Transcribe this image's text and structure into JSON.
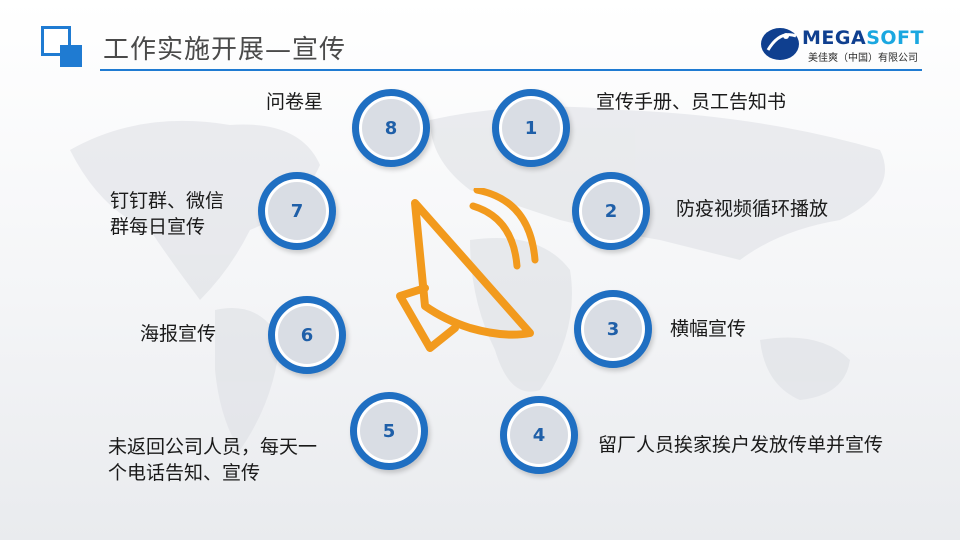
{
  "title": "工作实施开展—宣传",
  "logo": {
    "brand_left": "MEGA",
    "brand_right": "SOFT",
    "subtitle": "美佳爽（中国）有限公司",
    "brand_color": "#0f3f8f",
    "accent_color": "#1aa7e0"
  },
  "accent_color": "#1f7bd2",
  "speaker_color": "#f29a1d",
  "items": [
    {
      "num": "1",
      "text": "宣传手册、员工告知书"
    },
    {
      "num": "2",
      "text": "防疫视频循环播放"
    },
    {
      "num": "3",
      "text": "横幅宣传"
    },
    {
      "num": "4",
      "text": "留厂人员挨家挨户发放传单并宣传"
    },
    {
      "num": "5",
      "line1": "未返回公司人员，每天一",
      "line2": "个电话告知、宣传"
    },
    {
      "num": "6",
      "text": "海报宣传"
    },
    {
      "num": "7",
      "line1": "钉钉群、微信",
      "line2": "群每日宣传"
    },
    {
      "num": "8",
      "text": "问卷星"
    }
  ]
}
